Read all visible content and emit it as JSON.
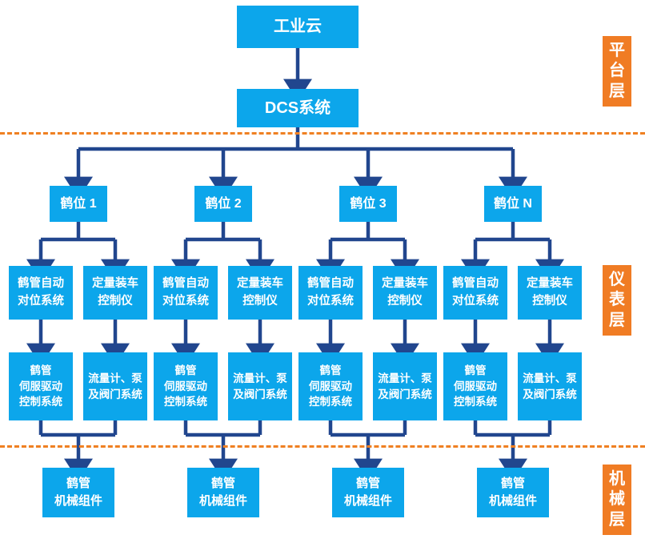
{
  "diagram": {
    "title_text": "工业云",
    "colors": {
      "node_blue": "#0CA6EB",
      "connector_navy": "#21468E",
      "layer_orange": "#F07C24",
      "divider_orange": "#EF8022",
      "background": "#FFFFFF"
    },
    "type": "flowchart"
  },
  "nodes": {
    "cloud": {
      "line1": "工业云"
    },
    "dcs": {
      "line1": "DCS系统"
    },
    "bays": [
      {
        "label": "鹤位 1"
      },
      {
        "label": "鹤位 2"
      },
      {
        "label": "鹤位 3"
      },
      {
        "label": "鹤位 N"
      }
    ],
    "instruments": [
      {
        "line1": "鹤管自动",
        "line2": "对位系统"
      },
      {
        "line1": "定量装车",
        "line2": "控制仪"
      },
      {
        "line1": "鹤管自动",
        "line2": "对位系统"
      },
      {
        "line1": "定量装车",
        "line2": "控制仪"
      },
      {
        "line1": "鹤管自动",
        "line2": "对位系统"
      },
      {
        "line1": "定量装车",
        "line2": "控制仪"
      },
      {
        "line1": "鹤管自动",
        "line2": "对位系统"
      },
      {
        "line1": "定量装车",
        "line2": "控制仪"
      }
    ],
    "drives": [
      {
        "line1": "鹤管",
        "line2": "伺服驱动",
        "line3": "控制系统"
      },
      {
        "line1": "流量计、泵",
        "line2": "及阀门系统",
        "line3": ""
      },
      {
        "line1": "鹤管",
        "line2": "伺服驱动",
        "line3": "控制系统"
      },
      {
        "line1": "流量计、泵",
        "line2": "及阀门系统",
        "line3": ""
      },
      {
        "line1": "鹤管",
        "line2": "伺服驱动",
        "line3": "控制系统"
      },
      {
        "line1": "流量计、泵",
        "line2": "及阀门系统",
        "line3": ""
      },
      {
        "line1": "鹤管",
        "line2": "伺服驱动",
        "line3": "控制系统"
      },
      {
        "line1": "流量计、泵",
        "line2": "及阀门系统",
        "line3": ""
      }
    ],
    "mechanicals": [
      {
        "line1": "鹤管",
        "line2": "机械组件"
      },
      {
        "line1": "鹤管",
        "line2": "机械组件"
      },
      {
        "line1": "鹤管",
        "line2": "机械组件"
      },
      {
        "line1": "鹤管",
        "line2": "机械组件"
      }
    ]
  },
  "layers": [
    {
      "id": "platform",
      "ch1": "平",
      "ch2": "台",
      "ch3": "层"
    },
    {
      "id": "instrument",
      "ch1": "仪",
      "ch2": "表",
      "ch3": "层"
    },
    {
      "id": "mechanical",
      "ch1": "机",
      "ch2": "械",
      "ch3": "层"
    }
  ]
}
